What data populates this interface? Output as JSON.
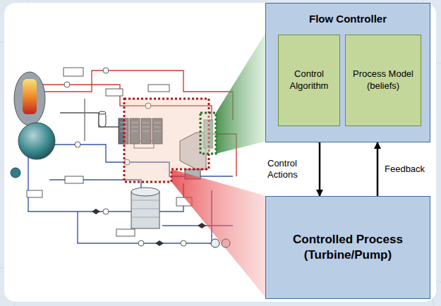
{
  "diagram": {
    "nodes": [
      {
        "text": [
          "Flow Controller"
        ]
      },
      {
        "text": [
          "Control Algorithm"
        ],
        "in": 0
      },
      {
        "text": [
          "Process Model (beliefs)"
        ],
        "in": 0
      },
      {
        "text": [
          "Controlled Process (Turbine/Pump)"
        ]
      }
    ],
    "edges": [
      {
        "from": 0,
        "to": 3,
        "label": "Control Actions",
        "arrow": "to"
      },
      {
        "from": 3,
        "to": 0,
        "label": "Feedback",
        "arrow": "to"
      }
    ]
  }
}
